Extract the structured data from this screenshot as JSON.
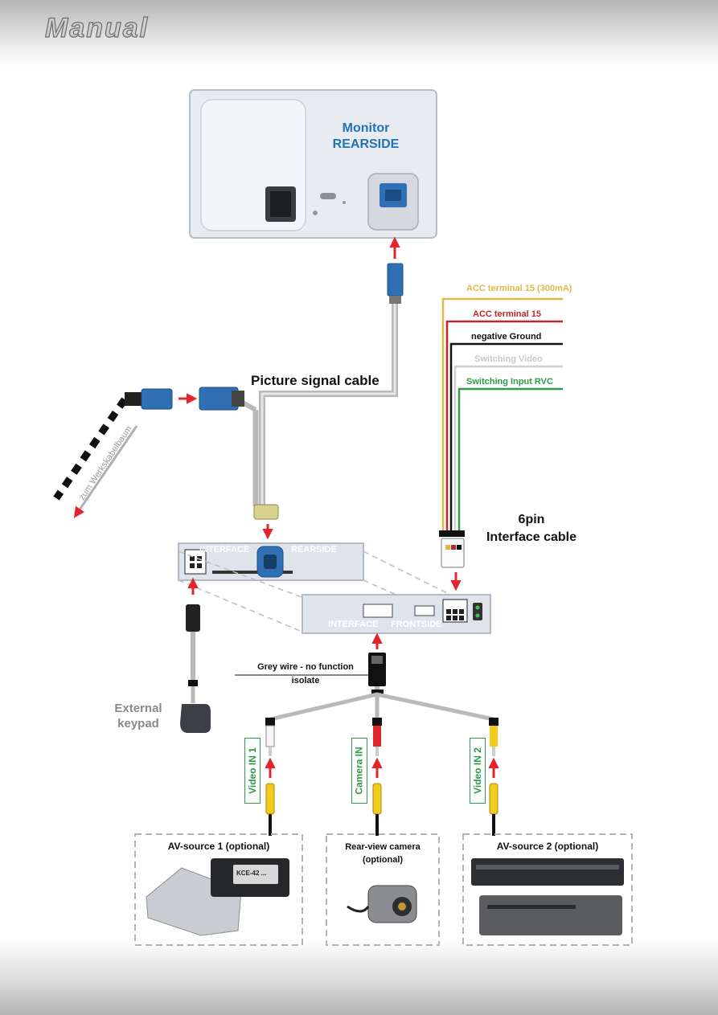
{
  "header": {
    "brand": "Manual"
  },
  "monitor": {
    "title_line1": "Monitor",
    "title_line2": "REARSIDE"
  },
  "cables": {
    "picture_signal": "Picture signal cable",
    "interface_6pin_line1": "6pin",
    "interface_6pin_line2": "Interface cable",
    "zum_werkskabelbaum": "zum Werkskabelbaum",
    "grey_wire_line1": "Grey wire - no function",
    "grey_wire_line2": "isolate"
  },
  "wires": [
    {
      "label": "ACC terminal 15 (300mA)",
      "color": "#e0b84a"
    },
    {
      "label": "ACC terminal 15",
      "color": "#c0272d"
    },
    {
      "label": "negative  Ground",
      "color": "#111111"
    },
    {
      "label": "Switching  Video",
      "color": "#c8c8c8"
    },
    {
      "label": "Switching  Input RVC",
      "color": "#2e9a4a"
    }
  ],
  "interface": {
    "rear_label_left": "INTERFACE",
    "rear_label_right": "REARSIDE",
    "front_label_left": "INTERFACE",
    "front_label_right": "FRONTSIDE"
  },
  "keypad": {
    "line1": "External",
    "line2": "keypad"
  },
  "inputs": [
    {
      "label": "Video IN 1"
    },
    {
      "label": "Camera IN"
    },
    {
      "label": "Video IN 2"
    }
  ],
  "sources": [
    {
      "title": "AV-source 1 (optional)",
      "device_label": "KCE-42 ..."
    },
    {
      "title_line1": "Rear-view camera",
      "title_line2": "(optional)"
    },
    {
      "title": "AV-source 2 (optional)"
    }
  ],
  "colors": {
    "accent_blue": "#1f73b7",
    "label_green": "#2e9a4a",
    "arrow_red": "#e3242b",
    "cable_grey": "#b9b9b9"
  }
}
